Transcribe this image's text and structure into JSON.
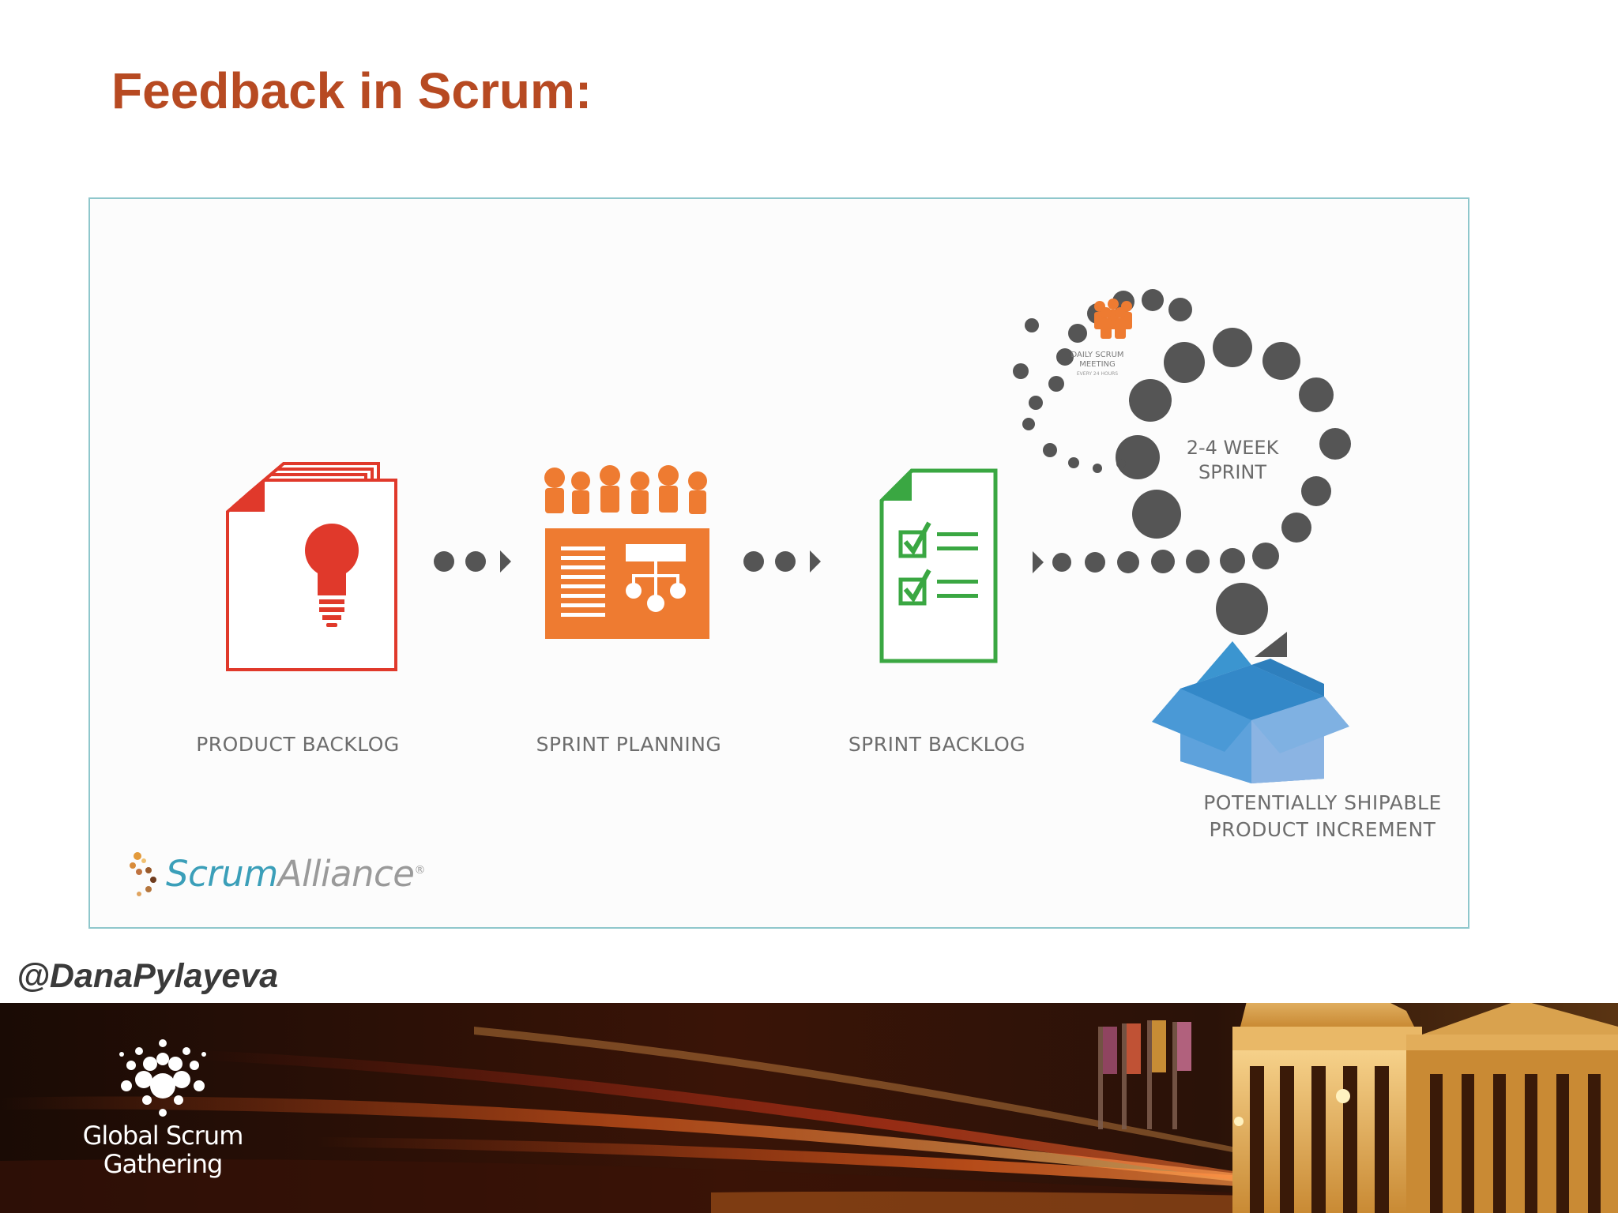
{
  "slide": {
    "title": "Feedback in Scrum:",
    "handle": "@DanaPylayeva"
  },
  "diagram": {
    "steps": [
      {
        "label": "PRODUCT BACKLOG",
        "icon": "lightbulb-document-stack-icon"
      },
      {
        "label": "SPRINT PLANNING",
        "icon": "team-planning-board-icon"
      },
      {
        "label": "SPRINT BACKLOG",
        "icon": "checklist-document-icon"
      }
    ],
    "sprint_loop_label": "2-4 WEEK\nSPRINT",
    "daily_scrum": {
      "label": "DAILY SCRUM\nMEETING",
      "sublabel": "EVERY 24 HOURS"
    },
    "increment_label": "POTENTIALLY SHIPABLE\nPRODUCT INCREMENT",
    "colors": {
      "backlog": "#e0392b",
      "planning": "#ee7b31",
      "sprint_backlog": "#3aa742",
      "dots": "#555555",
      "box_dark": "#3b95d0",
      "box_light": "#8fb6e3"
    }
  },
  "source_logo": {
    "part1": "Scrum",
    "part2": "Alliance",
    "registered": "®"
  },
  "footer": {
    "org_name": "Global Scrum\nGathering"
  }
}
